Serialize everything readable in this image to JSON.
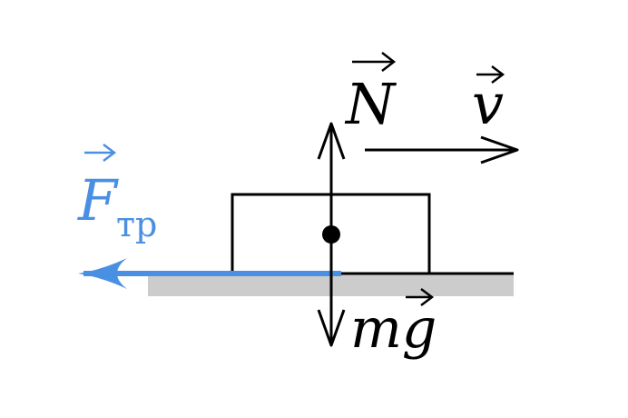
{
  "labels": {
    "normal_force": "N",
    "velocity": "v",
    "friction_force": "F",
    "friction_subscript": "тр",
    "weight": "mg"
  },
  "colors": {
    "friction": "#4a90e2",
    "surface": "#cccccc",
    "ink": "#000000"
  }
}
